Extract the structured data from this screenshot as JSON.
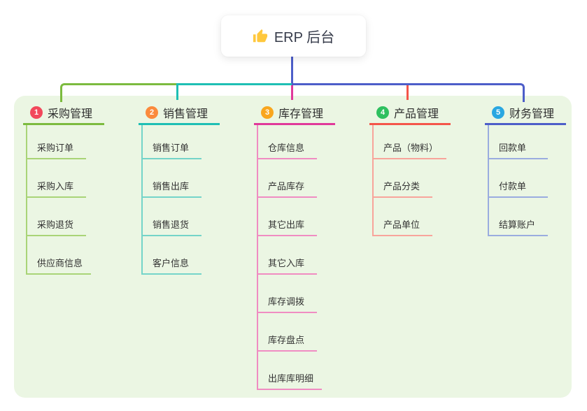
{
  "app": {
    "type": "mindmap"
  },
  "colors": {
    "page_bg": "#FFFFFF",
    "panel_bg": "#EBF6E3",
    "card_bg": "#FFFFFF",
    "text": "#333333"
  },
  "root": {
    "label": "ERP 后台",
    "icon": "thumbs-up-icon",
    "icon_color": "#FFC83D",
    "line_color": "#4D5EC9"
  },
  "branches": [
    {
      "badge": "1",
      "label": "采购管理",
      "badge_color": "#F2485B",
      "line_color": "#7CBB3F",
      "child_line_color": "#A9D477",
      "children": [
        "采购订单",
        "采购入库",
        "采购退货",
        "供应商信息"
      ]
    },
    {
      "badge": "2",
      "label": "销售管理",
      "badge_color": "#FB8A3C",
      "line_color": "#1EBFB4",
      "child_line_color": "#74D4C9",
      "children": [
        "销售订单",
        "销售出库",
        "销售退货",
        "客户信息"
      ]
    },
    {
      "badge": "3",
      "label": "库存管理",
      "badge_color": "#F9A61E",
      "line_color": "#E0399A",
      "child_line_color": "#F08CC2",
      "children": [
        "仓库信息",
        "产品库存",
        "其它出库",
        "其它入库",
        "库存调拨",
        "库存盘点",
        "出库库明细"
      ]
    },
    {
      "badge": "4",
      "label": "产品管理",
      "badge_color": "#2EC05F",
      "line_color": "#F4554A",
      "child_line_color": "#F8A49B",
      "children": [
        "产品（物料）",
        "产品分类",
        "产品单位"
      ]
    },
    {
      "badge": "5",
      "label": "财务管理",
      "badge_color": "#29A7E1",
      "line_color": "#4D5EC9",
      "child_line_color": "#9AACDF",
      "children": [
        "回款单",
        "付款单",
        "结算账户"
      ]
    }
  ]
}
